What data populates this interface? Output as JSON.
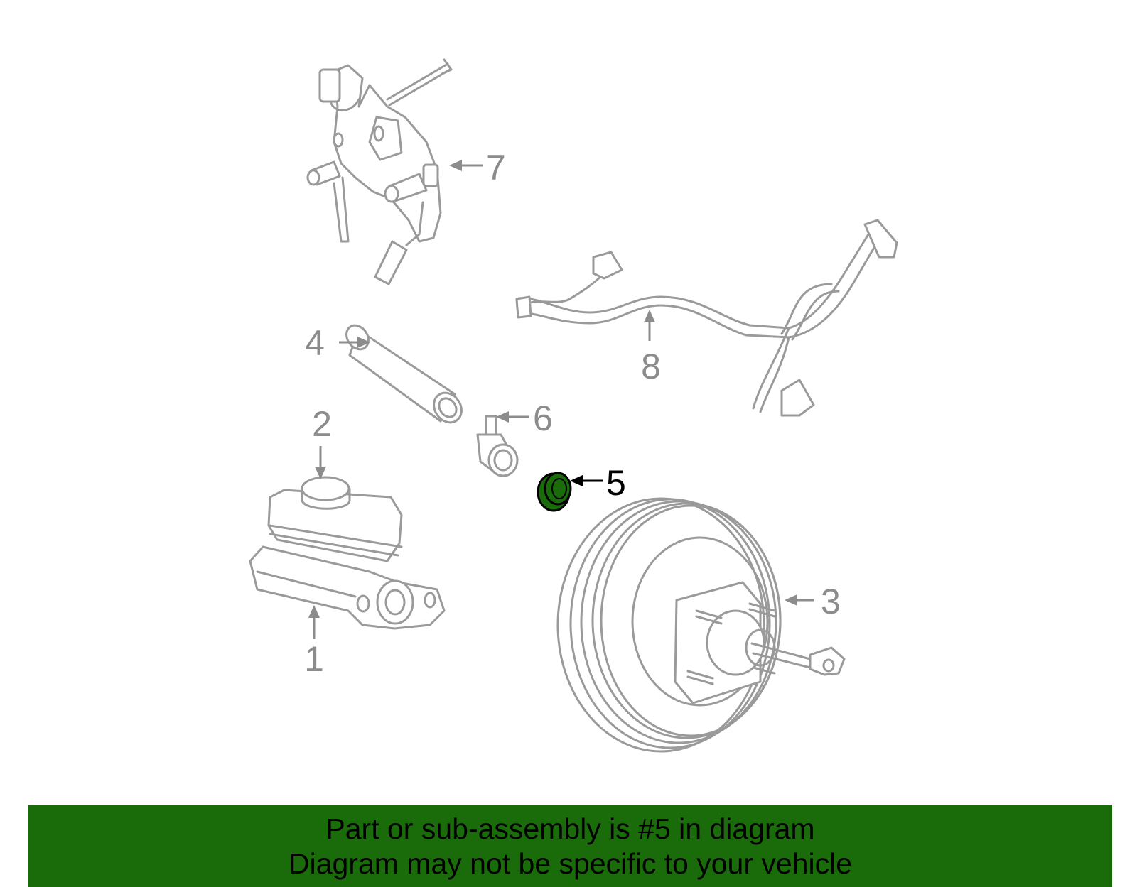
{
  "highlight_color": "#1a6b0a",
  "callouts": [
    {
      "id": "1",
      "label": "1"
    },
    {
      "id": "2",
      "label": "2"
    },
    {
      "id": "3",
      "label": "3"
    },
    {
      "id": "4",
      "label": "4"
    },
    {
      "id": "5",
      "label": "5",
      "highlighted": true
    },
    {
      "id": "6",
      "label": "6"
    },
    {
      "id": "7",
      "label": "7"
    },
    {
      "id": "8",
      "label": "8"
    }
  ],
  "banner": {
    "line1": "Part or sub-assembly is #5 in diagram",
    "line2": "Diagram may not be specific to your vehicle"
  }
}
